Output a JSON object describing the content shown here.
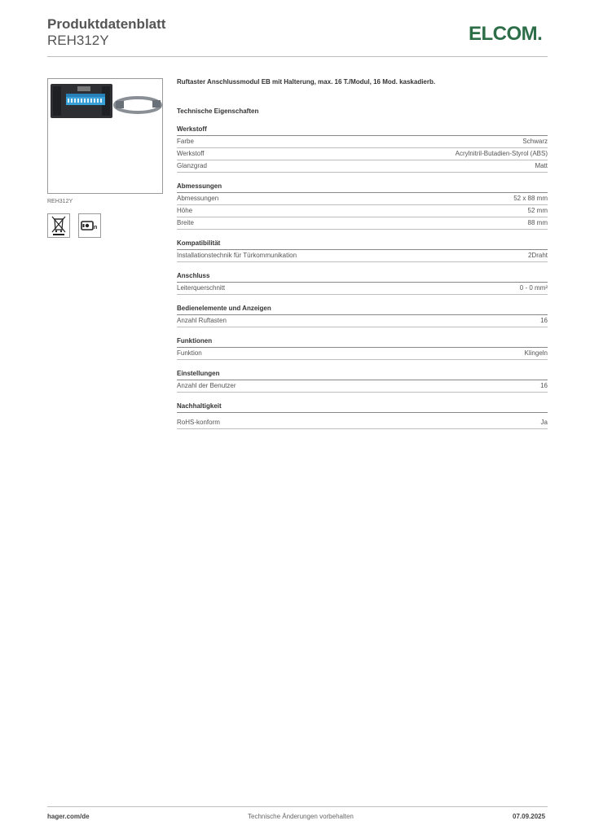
{
  "header": {
    "title": "Produktdatenblatt",
    "product_code": "REH312Y",
    "brand": "ELCOM."
  },
  "image": {
    "caption": "REH312Y",
    "icons": [
      "weee-crossed-bin-icon",
      "intercom-bus-2draht-icon"
    ],
    "icon_letter": "n"
  },
  "product": {
    "description": "Ruftaster Anschlussmodul EB mit Halterung, max. 16 T./Modul, 16 Mod. kaskadierb.",
    "tech_title": "Technische Eigenschaften"
  },
  "sections": [
    {
      "title": "Werkstoff",
      "rows": [
        {
          "label": "Farbe",
          "value": "Schwarz"
        },
        {
          "label": "Werkstoff",
          "value": "Acrylnitril-Butadien-Styrol (ABS)"
        },
        {
          "label": "Glanzgrad",
          "value": "Matt"
        }
      ]
    },
    {
      "title": "Abmessungen",
      "rows": [
        {
          "label": "Abmessungen",
          "value": "52 x 88 mm"
        },
        {
          "label": "Höhe",
          "value": "52 mm"
        },
        {
          "label": "Breite",
          "value": "88 mm"
        }
      ]
    },
    {
      "title": "Kompatibilität",
      "rows": [
        {
          "label": "Installationstechnik für Türkommunikation",
          "value": "2Draht"
        }
      ]
    },
    {
      "title": "Anschluss",
      "rows": [
        {
          "label": "Leiterquerschnitt",
          "value": "0 - 0 mm²"
        }
      ]
    },
    {
      "title": "Bedienelemente und Anzeigen",
      "rows": [
        {
          "label": "Anzahl Ruftasten",
          "value": "16"
        }
      ]
    },
    {
      "title": "Funktionen",
      "rows": [
        {
          "label": "Funktion",
          "value": "Klingeln"
        }
      ]
    },
    {
      "title": "Einstellungen",
      "rows": [
        {
          "label": "Anzahl der Benutzer",
          "value": "16"
        }
      ]
    },
    {
      "title": "Nachhaltigkeit",
      "rows": [
        {
          "label": "RoHS-konform",
          "value": "Ja"
        }
      ]
    }
  ],
  "footer": {
    "website": "hager.com/de",
    "note": "Technische Änderungen vorbehalten",
    "date": "07.09.2025"
  },
  "colors": {
    "brand": "#2d6e48",
    "module_body": "#2e2f33",
    "terminal_blue": "#3aa0d8"
  }
}
